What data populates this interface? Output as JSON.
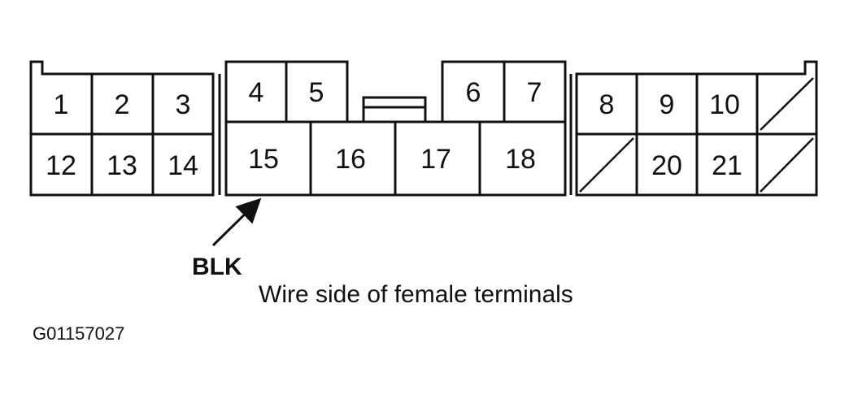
{
  "connector": {
    "pins": [
      "1",
      "2",
      "3",
      "4",
      "5",
      "6",
      "7",
      "8",
      "9",
      "10",
      "12",
      "13",
      "14",
      "15",
      "16",
      "17",
      "18",
      "20",
      "21"
    ]
  },
  "wire_color": "BLK",
  "caption": "Wire side of female terminals",
  "figure_id": "G01157027"
}
